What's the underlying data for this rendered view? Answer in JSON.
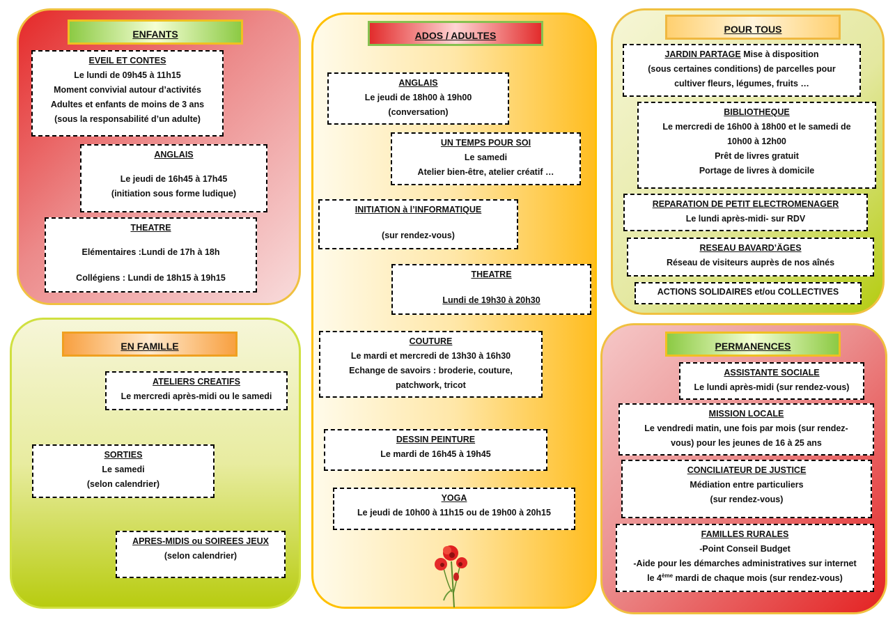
{
  "enfants": {
    "title": "ENFANTS",
    "eveil": {
      "title": "EVEIL ET CONTES",
      "l1": "Le lundi  de 09h45 à 11h15",
      "l2": "Moment convivial autour d’activités",
      "l3": "Adultes et enfants de moins de 3 ans",
      "l4": "(sous la responsabilité d’un adulte)"
    },
    "anglais": {
      "title": "ANGLAIS",
      "l1": "Le jeudi de 16h45 à 17h45",
      "l2": "(initiation sous forme ludique)"
    },
    "theatre": {
      "title": "THEATRE",
      "l1": "Elémentaires :Lundi de 17h à 18h",
      "l2": "Collégiens : Lundi de 18h15 à 19h15"
    }
  },
  "famille": {
    "title": "EN FAMILLE",
    "ateliers": {
      "title": "ATELIERS CREATIFS",
      "l1": "Le mercredi après-midi ou le samedi"
    },
    "sorties": {
      "title": "SORTIES",
      "l1": "Le samedi",
      "l2": "(selon calendrier)"
    },
    "jeux": {
      "title": "APRES-MIDIS ou SOIREES JEUX",
      "l1": "(selon calendrier)"
    }
  },
  "ados": {
    "title": "ADOS / ADULTES",
    "anglais": {
      "title": "ANGLAIS",
      "l1": "Le jeudi de 18h00 à 19h00",
      "l2": "(conversation)"
    },
    "temps": {
      "title": "UN TEMPS POUR SOI",
      "l1": "Le samedi",
      "l2": "Atelier bien-être, atelier créatif …"
    },
    "info": {
      "title": "INITIATION à l’INFORMATIQUE",
      "l1": "(sur rendez-vous)"
    },
    "theatre": {
      "title": "THEATRE",
      "l1": "Lundi de 19h30 à 20h30"
    },
    "couture": {
      "title": "COUTURE",
      "l1": "Le mardi et mercredi de 13h30 à 16h30",
      "l2": "Echange de savoirs : broderie, couture,",
      "l3": "patchwork, tricot"
    },
    "dessin": {
      "title": "DESSIN PEINTURE",
      "l1": "Le mardi  de 16h45 à 19h45"
    },
    "yoga": {
      "title": "YOGA",
      "l1": "Le jeudi de 10h00 à 11h15 ou de 19h00 à 20h15"
    }
  },
  "tous": {
    "title": "POUR TOUS",
    "jardin": {
      "title": "JARDIN PARTAGE",
      "l1_rest": " Mise à disposition",
      "l2": "(sous certaines conditions) de parcelles pour",
      "l3": "cultiver fleurs, légumes, fruits …"
    },
    "biblio": {
      "title": "BIBLIOTHEQUE",
      "l1": "Le mercredi de 16h00 à 18h00 et le samedi de",
      "l2": "10h00 à 12h00",
      "l3": "Prêt de livres gratuit",
      "l4": "Portage de livres à domicile"
    },
    "repar": {
      "title": "REPARATION DE PETIT ELECTROMENAGER",
      "l1": "Le lundi après-midi- sur RDV"
    },
    "reseau": {
      "title": "RESEAU BAVARD’ÄGES",
      "l1": "Réseau de visiteurs auprès de nos aînés"
    },
    "actions": {
      "l1": "ACTIONS SOLIDAIRES et/ou COLLECTIVES"
    }
  },
  "perm": {
    "title": "PERMANENCES",
    "assist": {
      "title": "ASSISTANTE SOCIALE",
      "l1": "Le lundi après-midi  (sur rendez-vous)"
    },
    "mission": {
      "title": "MISSION LOCALE",
      "l1": "Le vendredi matin, une fois par mois (sur rendez-",
      "l2": "vous) pour les jeunes de 16 à 25 ans"
    },
    "concil": {
      "title": "CONCILIATEUR DE JUSTICE",
      "l1": "Médiation entre particuliers",
      "l2": "(sur rendez-vous)"
    },
    "familles": {
      "title": "FAMILLES RURALES",
      "l1": "-Point Conseil Budget",
      "l2": "-Aide pour les démarches administratives sur internet",
      "l3_a": "le 4",
      "l3_sup": "ème",
      "l3_b": " mardi de chaque mois (sur rendez-vous)"
    }
  },
  "colors": {
    "red": "#e52828",
    "green": "#b4cc10",
    "orange": "#ffbd20",
    "poppy": "#e02020"
  },
  "icons": {
    "flower": "poppy-flower-icon"
  }
}
